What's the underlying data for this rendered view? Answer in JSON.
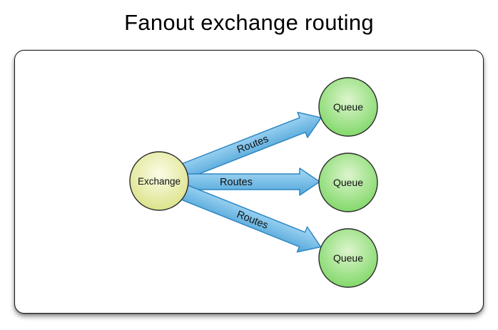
{
  "title": "Fanout exchange routing",
  "diagram": {
    "exchange": {
      "label": "Exchange"
    },
    "queues": [
      {
        "label": "Queue"
      },
      {
        "label": "Queue"
      },
      {
        "label": "Queue"
      }
    ],
    "edges": [
      {
        "label": "Routes"
      },
      {
        "label": "Routes"
      },
      {
        "label": "Routes"
      }
    ],
    "colors": {
      "exchange_fill_light": "#fbfce6",
      "exchange_fill_dark": "#d8df7e",
      "queue_fill_light": "#ddf5cd",
      "queue_fill_dark": "#74d45b",
      "arrow_fill_light": "#a9daf5",
      "arrow_fill_dark": "#4fa5da",
      "arrow_stroke": "#2e86c3",
      "node_stroke": "#2b2b2b"
    }
  }
}
